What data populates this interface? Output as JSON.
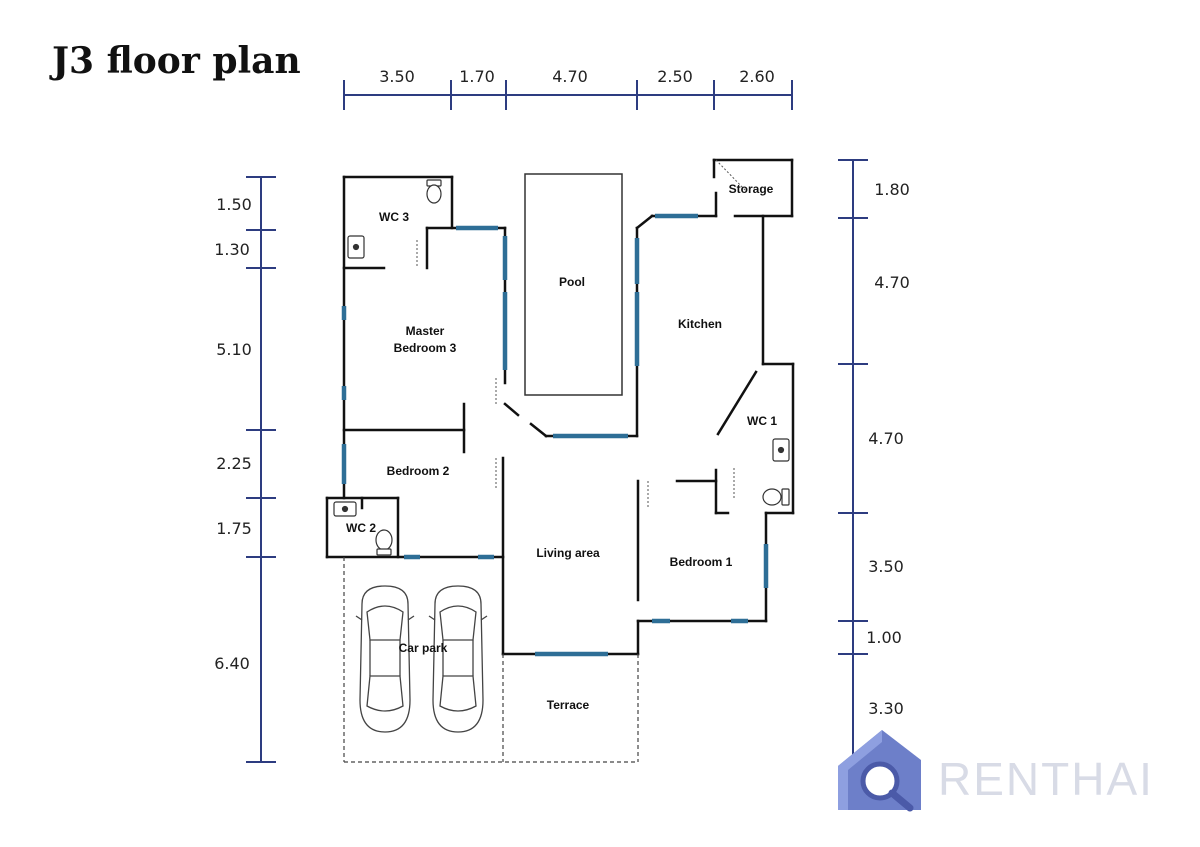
{
  "title": "J3 floor plan",
  "colors": {
    "dimension": "#2d3c80",
    "wall": "#111111",
    "window": "#2e6e96",
    "logo": "#5c6fbf"
  },
  "dimensions": {
    "top": [
      "3.50",
      "1.70",
      "4.70",
      "2.50",
      "2.60"
    ],
    "left": [
      "1.50",
      "1.30",
      "5.10",
      "2.25",
      "1.75",
      "6.40"
    ],
    "right": [
      "1.80",
      "4.70",
      "4.70",
      "3.50",
      "1.00",
      "3.30"
    ]
  },
  "rooms": {
    "wc3": "WC 3",
    "master_line1": "Master",
    "master_line2": "Bedroom 3",
    "pool": "Pool",
    "storage": "Storage",
    "kitchen": "Kitchen",
    "wc1": "WC 1",
    "bedroom2": "Bedroom 2",
    "wc2": "WC 2",
    "living": "Living area",
    "bedroom1": "Bedroom 1",
    "carpark": "Car park",
    "terrace": "Terrace"
  },
  "watermark": {
    "text": "RENTHAI",
    "icon": "house-search-logo-icon"
  }
}
